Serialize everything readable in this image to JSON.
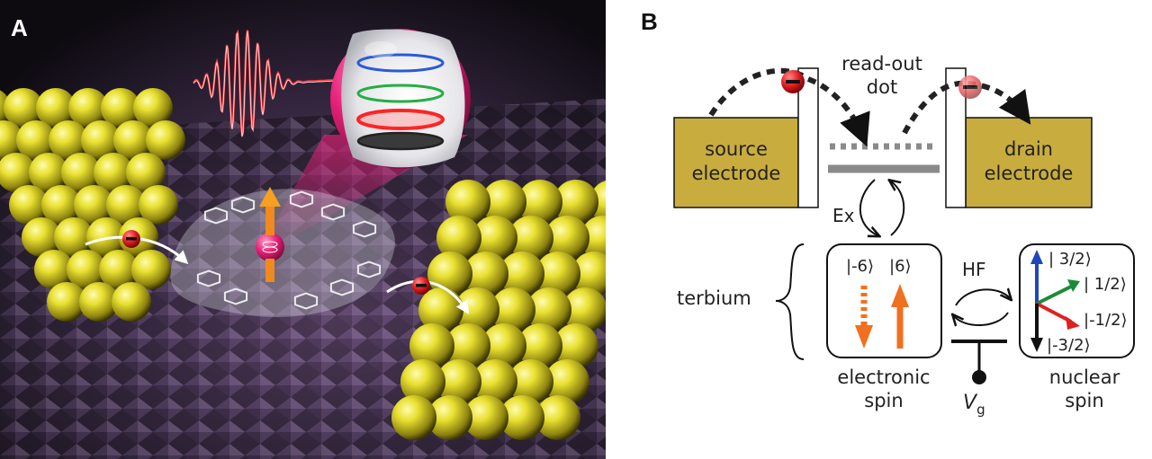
{
  "panel_a": {
    "letter": "A"
  },
  "panel_b": {
    "letter": "B",
    "readout_line1": "read-out",
    "readout_line2": "dot",
    "source_line1": "source",
    "source_line2": "electrode",
    "drain_line1": "drain",
    "drain_line2": "electrode",
    "exchange": "Ex",
    "hyperfine": "HF",
    "terbium": "terbium",
    "electronic_line1": "electronic",
    "electronic_line2": "spin",
    "nuclear_line1": "nuclear",
    "nuclear_line2": "spin",
    "gate_symbol": "V",
    "gate_subscript": "g",
    "electronic_states": [
      "|-6⟩",
      "|6⟩"
    ],
    "nuclear_states": [
      "| 3/2⟩",
      "| 1/2⟩",
      "|-1/2⟩",
      "|-3/2⟩"
    ]
  },
  "colors": {
    "electrode": "#c9ac3e",
    "dot_level": "#8a8a8a",
    "electron": "#e31e24",
    "spin_arrow": "#f07020",
    "state_blue": "#2047b8",
    "state_green": "#1d8a3a",
    "state_red": "#e02020",
    "state_black": "#111111",
    "magenta": "#e8227a",
    "gold_atom": "#d9d420"
  }
}
